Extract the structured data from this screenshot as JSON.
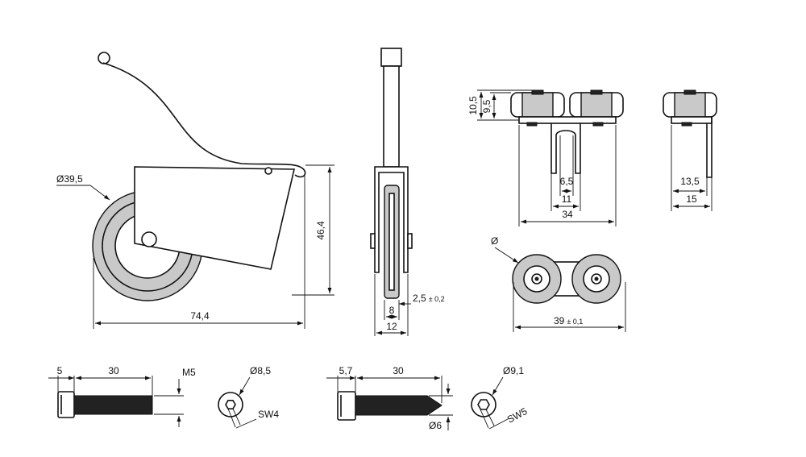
{
  "colors": {
    "line": "#111111",
    "wheel": "#c9c9c9",
    "background": "#ffffff"
  },
  "views": {
    "side": {
      "wheel_dia": "Ø39,5",
      "height": "46,4",
      "length": "74,4"
    },
    "front": {
      "offset": "2,5",
      "offset_tol": "± 0,2",
      "inner": "8",
      "outer": "12"
    },
    "top_double": {
      "h_total": "10,5",
      "h_wheel": "9,5",
      "slot": "6,5",
      "width_inner": "11",
      "width_total": "34"
    },
    "top_single": {
      "inner": "13,5",
      "outer": "15"
    },
    "bottom": {
      "dia": "Ø",
      "spacing": "39",
      "spacing_tol": "± 0,1"
    }
  },
  "screws": {
    "bolt": {
      "head": "5",
      "length": "30",
      "thread": "M5"
    },
    "bolt_head": {
      "dia": "Ø8,5",
      "socket": "SW4"
    },
    "wood_screw": {
      "head": "5,7",
      "length": "30",
      "dia": "Ø6"
    },
    "wood_head": {
      "dia": "Ø9,1",
      "socket": "SW5"
    }
  }
}
